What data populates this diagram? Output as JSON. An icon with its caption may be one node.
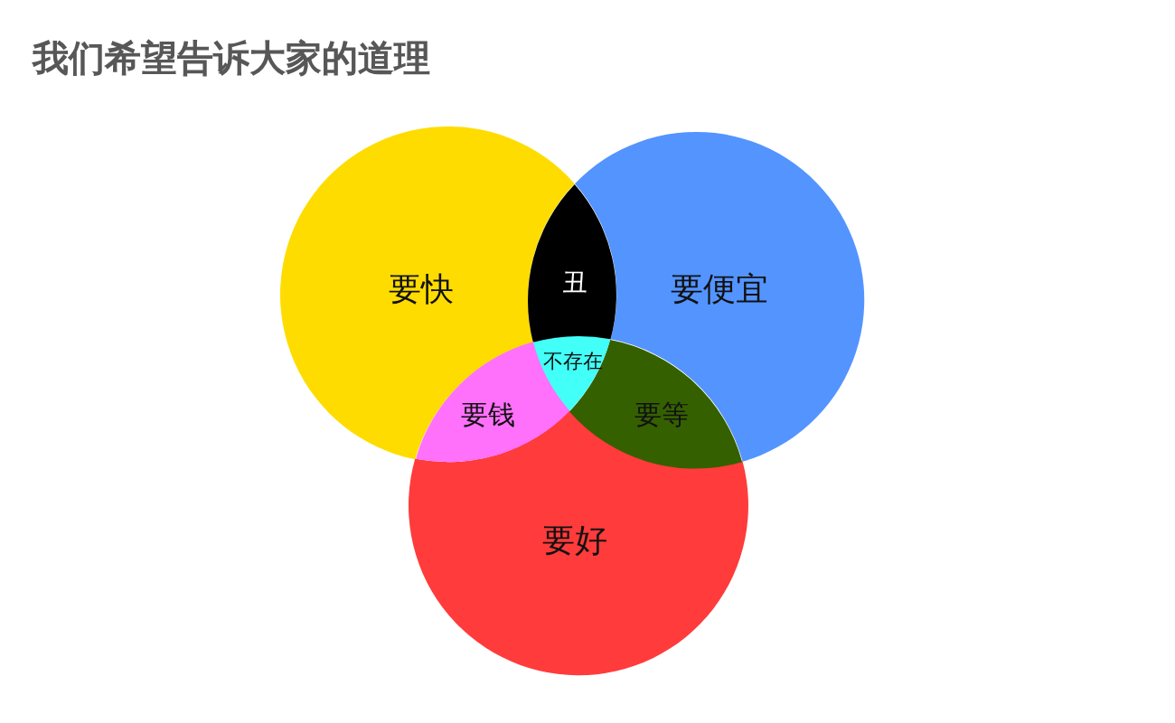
{
  "diagram": {
    "title": "我们希望告诉大家的道理",
    "nodes": [
      {
        "text": [
          "要快"
        ]
      },
      {
        "text": [
          "丑"
        ]
      },
      {
        "text": [
          "要便宜"
        ]
      },
      {
        "text": [
          "不存在"
        ]
      },
      {
        "text": [
          "要钱"
        ]
      },
      {
        "text": [
          "要等"
        ]
      },
      {
        "text": [
          "要好"
        ]
      }
    ]
  }
}
